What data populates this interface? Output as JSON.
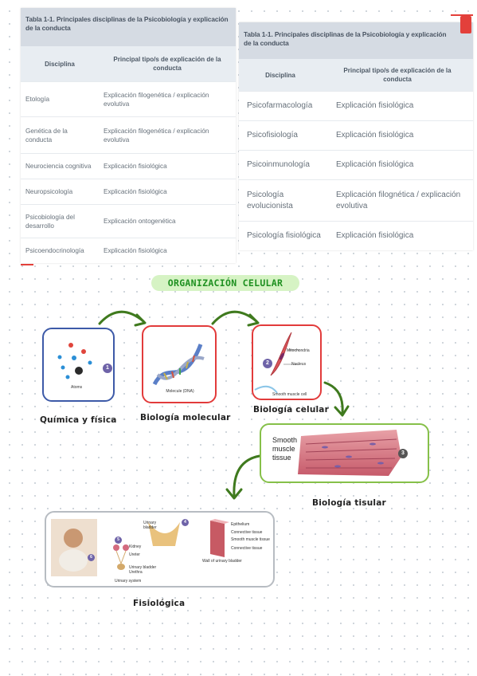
{
  "table_left": {
    "caption": "Tabla 1-1.  Principales disciplinas de la Psicobiología y explicación de la conducta",
    "headers": [
      "Disciplina",
      "Principal tipo/s de explicación de la conducta"
    ],
    "rows": [
      [
        "Etología",
        "Explicación filogenética / explicación evolutiva"
      ],
      [
        "Genética de la conducta",
        "Explicación filogenética / explicación evolutiva"
      ],
      [
        "Neurociencia cognitiva",
        "Explicación fisiológica"
      ],
      [
        "Neuropsicología",
        "Explicación fisiológica"
      ],
      [
        "Psicobiología del desarrollo",
        "Explicación ontogenética"
      ],
      [
        "Psicoendocrinología",
        "Explicación fisiológica"
      ]
    ]
  },
  "table_right": {
    "caption": "Tabla 1-1.  Principales disciplinas de la Psicobiología y explicación de la conducta",
    "headers": [
      "Disciplina",
      "Principal tipo/s de explicación de la conducta"
    ],
    "rows": [
      [
        "Psicofarmacología",
        "Explicación fisiológica"
      ],
      [
        "Psicofisiología",
        "Explicación fisiológica"
      ],
      [
        "Psicoinmunología",
        "Explicación fisiológica"
      ],
      [
        "Psicología evolucionista",
        "Explicación filognética / explicación evolutiva"
      ],
      [
        "Psicología fisiológica",
        "Explicación fisiológica"
      ]
    ]
  },
  "section_title": "ORGANIZACIÓN CELULAR",
  "levels": {
    "chemistry": {
      "caption": "Química y física",
      "image_label": "Atoms",
      "number": "1"
    },
    "molecular": {
      "caption": "Biología molecular",
      "image_label": "Molecule (DNA)"
    },
    "cellular": {
      "caption": "Biología celular",
      "number": "2",
      "labels": [
        "Mitochondria",
        "Nucleus",
        "Smooth muscle cell"
      ]
    },
    "tissue": {
      "caption": "Biología tisular",
      "image_label": "Smooth muscle tissue",
      "number": "3"
    },
    "physiological": {
      "caption": "Fisiológica",
      "labels": [
        "Urinary bladder",
        "Kidney",
        "Ureter",
        "Urinary bladder",
        "Urethra",
        "Urinary system",
        "Epithelium",
        "Connective tissue",
        "Smooth muscle tissue",
        "Connective tissue",
        "Wall of urinary bladder"
      ],
      "numbers": [
        "4",
        "5",
        "6"
      ]
    }
  },
  "colors": {
    "blue_border": "#3d5aa8",
    "red_border": "#e23b3b",
    "green_border": "#86c049",
    "arrow_green": "#3f7a1e",
    "title_bg": "#d6f3c4",
    "title_text": "#1e9020",
    "table_header_bg": "#d5dbe3"
  }
}
